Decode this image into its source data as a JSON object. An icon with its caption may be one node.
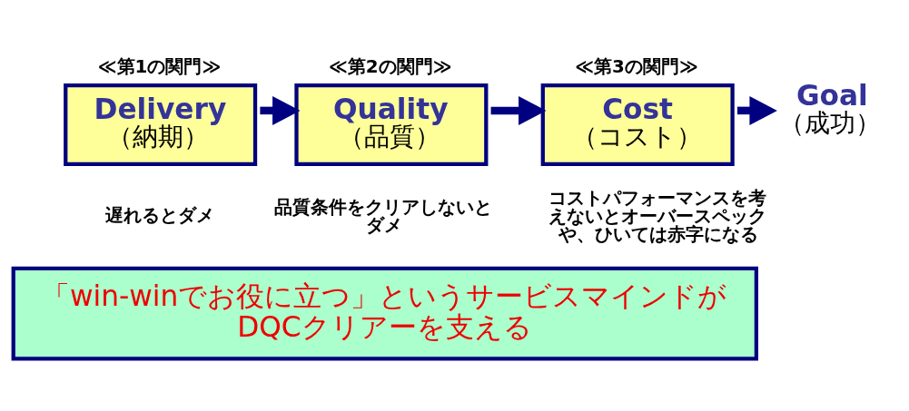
{
  "diagram": {
    "nodes": [
      {
        "text": [
          "≪第1の関門≫",
          "Delivery",
          "（納期）"
        ],
        "beside": [
          "遅れるとダメ"
        ]
      },
      {
        "text": [
          "≪第2の関門≫",
          "Quality",
          "（品質）"
        ],
        "beside": [
          "品質条件をクリアしないとダメ"
        ]
      },
      {
        "text": [
          "≪第3の関門≫",
          "Cost",
          "（コスト）"
        ],
        "beside": [
          "コストパフォーマンスを考えないとオーバースペックや、ひいては赤字になる"
        ]
      },
      {
        "text": [
          "Goal",
          "（成功）"
        ]
      },
      {
        "text": [
          "「win-winでお役に立つ」というサービスマインドが DQCクリアーを支える"
        ]
      }
    ],
    "edges": [
      {
        "from": 0,
        "to": 1,
        "arrow": "to"
      },
      {
        "from": 1,
        "to": 2,
        "arrow": "to"
      },
      {
        "from": 2,
        "to": 3,
        "arrow": "to"
      }
    ]
  }
}
